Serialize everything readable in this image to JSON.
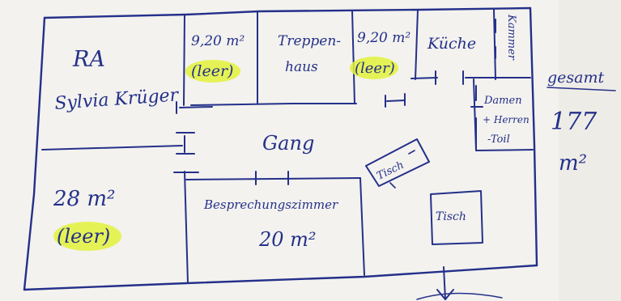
{
  "rooms": {
    "ra": {
      "line1": "RA",
      "line2": "Sylvia Krüger"
    },
    "small_room_1": {
      "area": "9,20 m²",
      "status": "(leer)"
    },
    "stairwell": {
      "line1": "Treppen-",
      "line2": "haus"
    },
    "small_room_2": {
      "area": "9,20 m²",
      "status": "(leer)"
    },
    "kitchen": {
      "label": "Küche"
    },
    "storage": {
      "label": "Kammer"
    },
    "toilet": {
      "line1": "Damen",
      "line2": "+ Herren",
      "line3": "-Toil"
    },
    "corridor": {
      "label": "Gang"
    },
    "big_room": {
      "area": "28 m²",
      "status": "(leer)"
    },
    "meeting_room": {
      "label": "Besprechungszimmer",
      "area": "20 m²"
    },
    "desk_1": {
      "label": "Tisch"
    },
    "desk_2": {
      "label": "Tisch"
    }
  },
  "total": {
    "label": "gesamt",
    "value": "177",
    "unit": "m²"
  },
  "colors": {
    "ink": "#24308a",
    "highlight": "#e2f23a",
    "paper": "#f3f2ee"
  }
}
